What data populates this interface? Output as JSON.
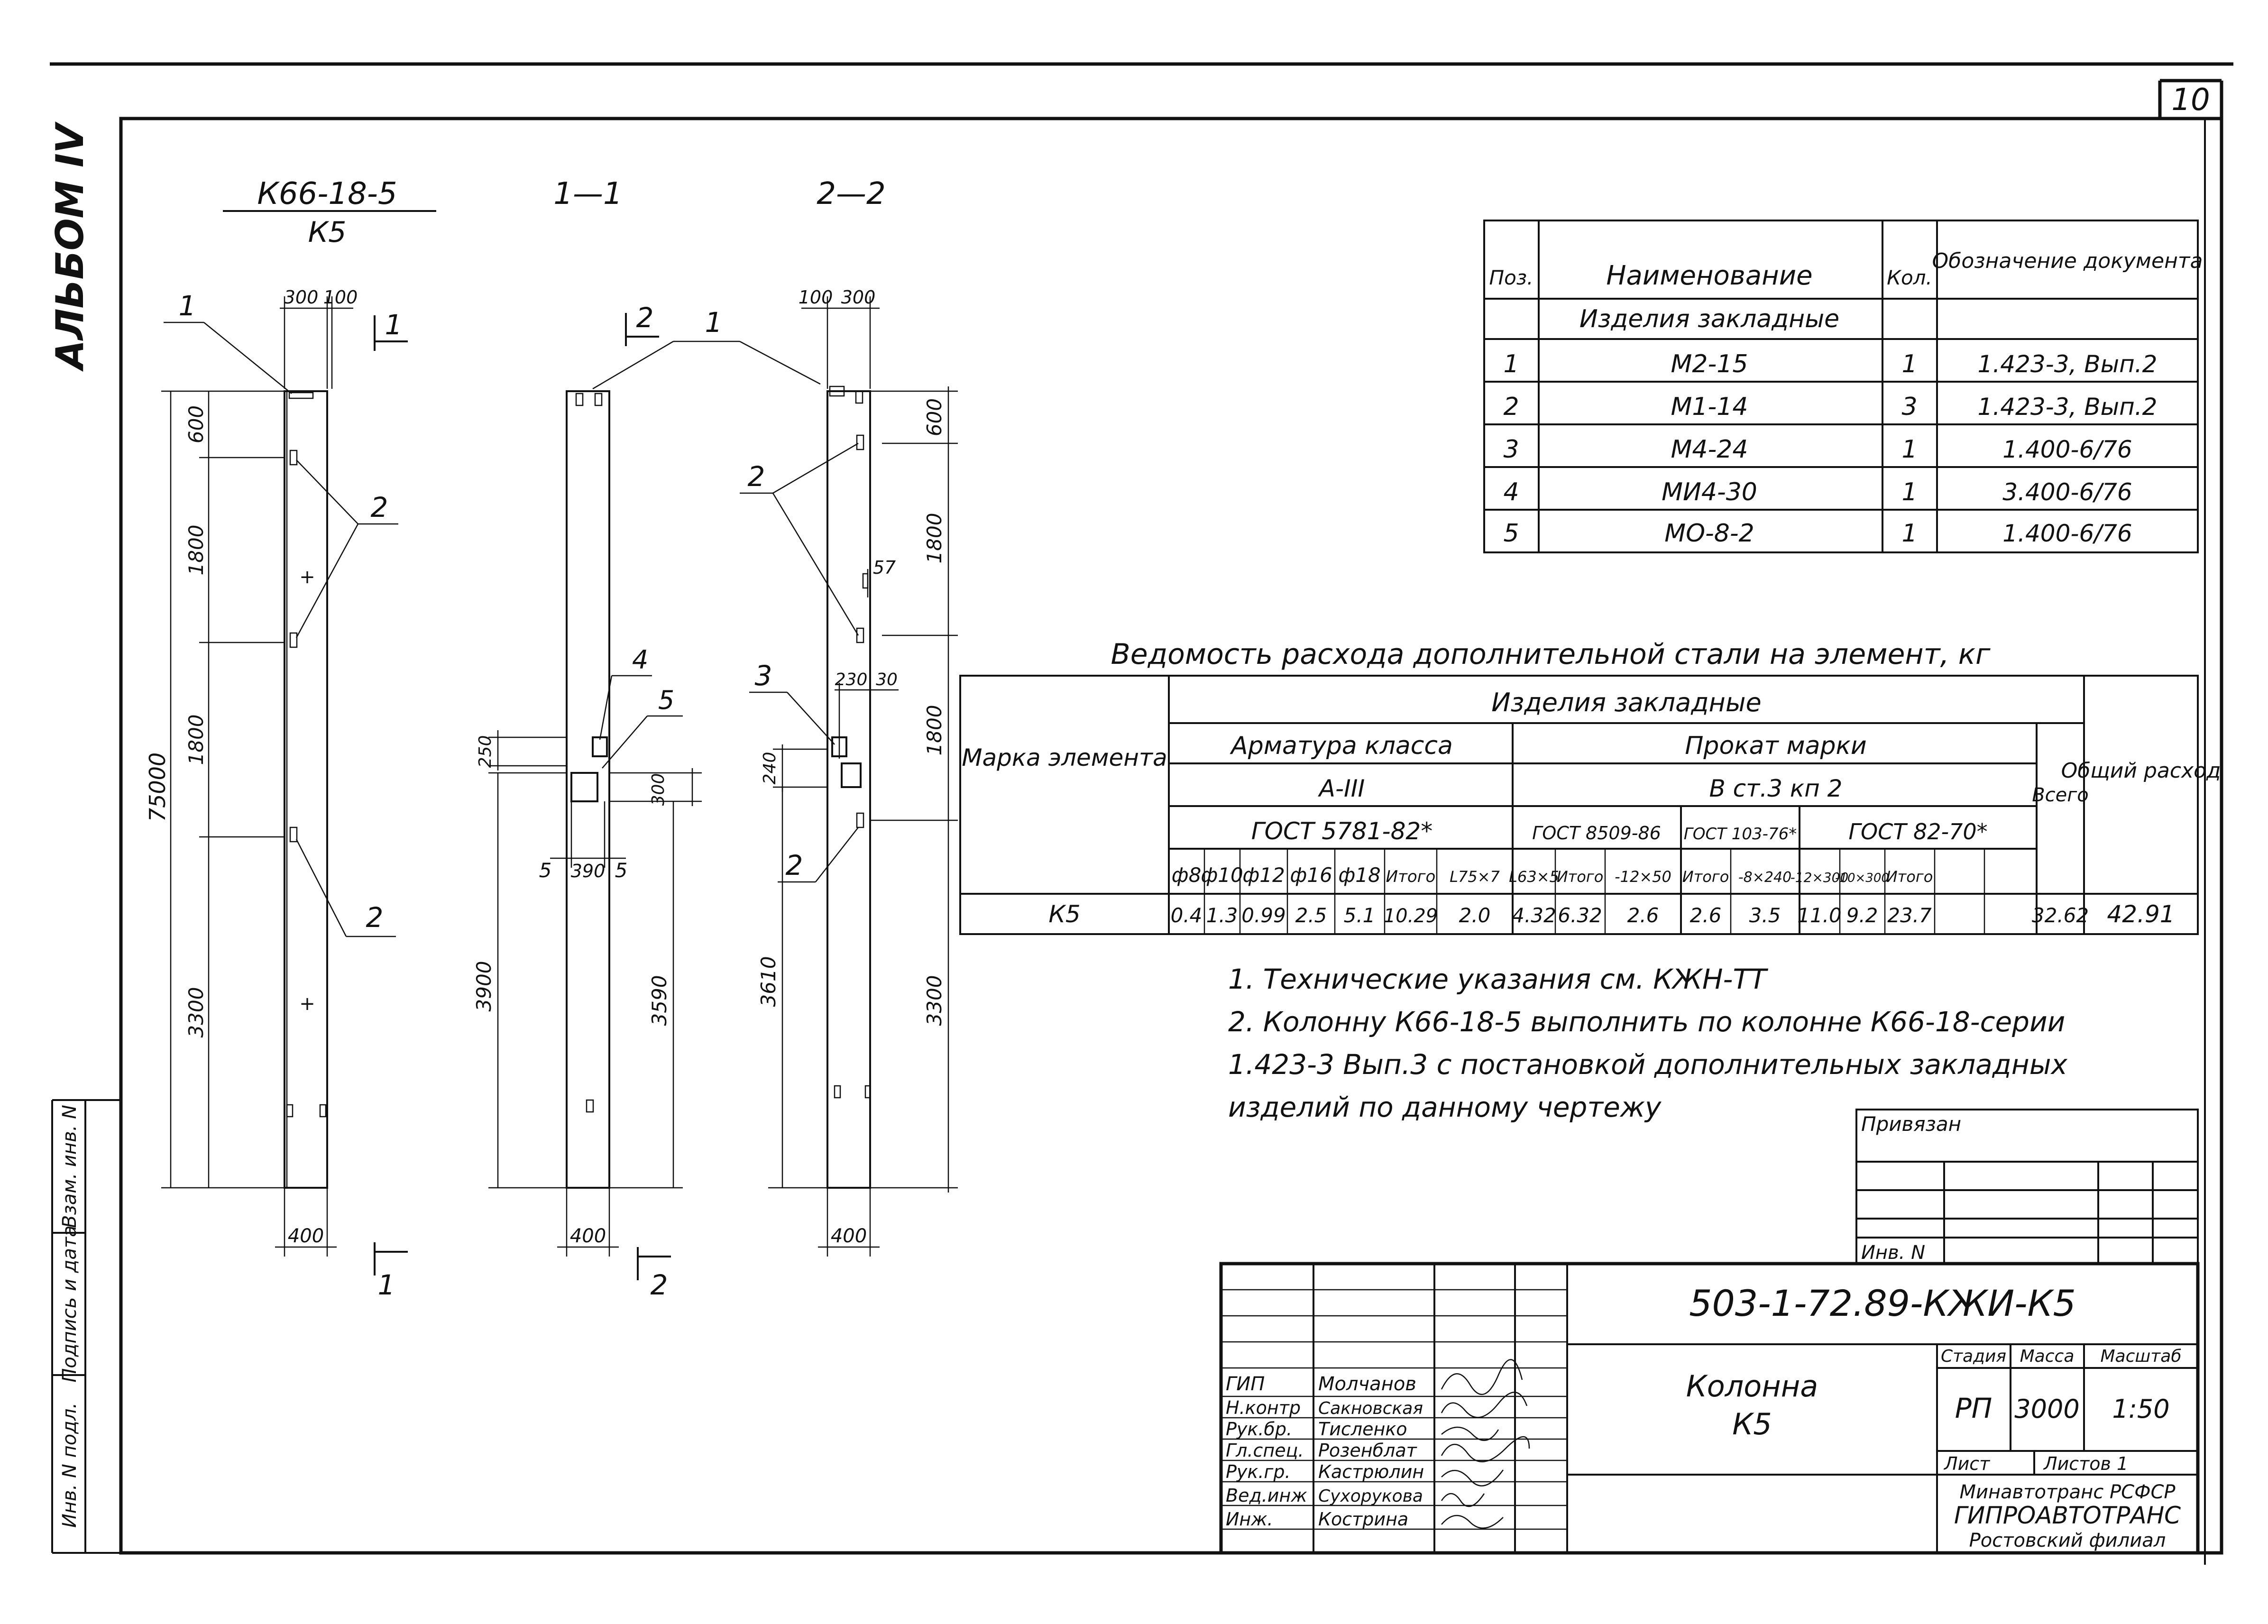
{
  "sheet": {
    "page_number": "10",
    "album": "АЛЬБОМ IV",
    "side_stamp": [
      "Инв. N подл.",
      "Подпись и дата",
      "Взам. инв. N"
    ]
  },
  "views": {
    "main": {
      "title": "К66-18-5",
      "subtitle": "К5",
      "top_dims": [
        "300",
        "100"
      ],
      "bottom_dim": "400",
      "section_mark": "1",
      "dims": [
        "600",
        "1800",
        "1800",
        "3300"
      ],
      "total": "75000",
      "callouts": [
        "1",
        "2",
        "2"
      ]
    },
    "section_1": {
      "title": "1—1",
      "section_mark": "2",
      "callouts": [
        "1",
        "4",
        "5"
      ],
      "dims": [
        "250",
        "300",
        "3900",
        "3590"
      ],
      "bottom_dims": [
        "5",
        "390",
        "5"
      ],
      "width": "400"
    },
    "section_2": {
      "title": "2—2",
      "top_dims": [
        "100",
        "300"
      ],
      "callouts": [
        "2",
        "3",
        "2"
      ],
      "dims": [
        "600",
        "1800",
        "1800",
        "3300"
      ],
      "left_dims": [
        "240",
        "3610"
      ],
      "small_dims": [
        "57",
        "230",
        "30"
      ],
      "width": "400"
    }
  },
  "spec_table": {
    "headers": [
      "Поз.",
      "Наименование",
      "Кол.",
      "Обозначение документа"
    ],
    "group": "Изделия закладные",
    "rows": [
      [
        "1",
        "М2-15",
        "1",
        "1.423-3, Вып.2"
      ],
      [
        "2",
        "М1-14",
        "3",
        "1.423-3, Вып.2"
      ],
      [
        "3",
        "М4-24",
        "1",
        "1.400-6/76"
      ],
      [
        "4",
        "МИ4-30",
        "1",
        "3.400-6/76"
      ],
      [
        "5",
        "МО-8-2",
        "1",
        "1.400-6/76"
      ]
    ]
  },
  "steel_table": {
    "title": "Ведомость расхода дополнительной стали на элемент, кг",
    "col_mark": "Марка элемента",
    "group": "Изделия закладные",
    "armatura": "Арматура класса",
    "armatura_class": "А-III",
    "armatura_gost": "ГОСТ 5781-82*",
    "prokat": "Прокат марки",
    "prokat_grade": "В ст.3 кп 2",
    "gost_8509": "ГОСТ 8509-86",
    "gost_103": "ГОСТ 103-76*",
    "gost_82": "ГОСТ 82-70*",
    "vsego": "Всего",
    "total": "Общий расход",
    "sub_headers": [
      "ф8",
      "ф10",
      "ф12",
      "ф16",
      "ф18",
      "Итого",
      "L75×7",
      "L63×5",
      "Итого",
      "-12×50",
      "Итого",
      "-8×240",
      "-12×300",
      "-10×300",
      "Итого"
    ],
    "row_mark": "К5",
    "row_values": [
      "0.4",
      "1.3",
      "0.99",
      "2.5",
      "5.1",
      "10.29",
      "2.0",
      "4.32",
      "6.32",
      "2.6",
      "2.6",
      "3.5",
      "11.0",
      "9.2",
      "23.7"
    ],
    "row_vsego": "32.62",
    "row_total": "42.91"
  },
  "notes": [
    "1. Технические указания см. КЖН-ТТ",
    "2. Колонну К66-18-5 выполнить по колонне К66-18-серии",
    "1.423-3 Вып.3 с постановкой дополнительных закладных",
    "изделий по данному чертежу"
  ],
  "privyazan": {
    "label": "Привязан",
    "inv": "Инв. N"
  },
  "title_block": {
    "code": "503-1-72.89-КЖИ-К5",
    "name": "Колонна",
    "name_mark": "К5",
    "stage_label": "Стадия",
    "mass_label": "Масса",
    "scale_label": "Масштаб",
    "stage": "РП",
    "mass": "3000",
    "scale": "1:50",
    "sheet_label": "Лист",
    "sheets_label": "Листов 1",
    "org_1": "Минавтотранс РСФСР",
    "org_2": "ГИПРОАВТОТРАНС",
    "org_3": "Ростовский филиал",
    "people": [
      {
        "role": "ГИП",
        "name": "Молчанов"
      },
      {
        "role": "Н.контр",
        "name": "Сакновская"
      },
      {
        "role": "Рук.бр.",
        "name": "Тисленко"
      },
      {
        "role": "Гл.спец.",
        "name": "Розенблат"
      },
      {
        "role": "Рук.гр.",
        "name": "Кастрюлин"
      },
      {
        "role": "Вед.инж",
        "name": "Сухорукова"
      },
      {
        "role": "Инж.",
        "name": "Кострина"
      }
    ]
  }
}
